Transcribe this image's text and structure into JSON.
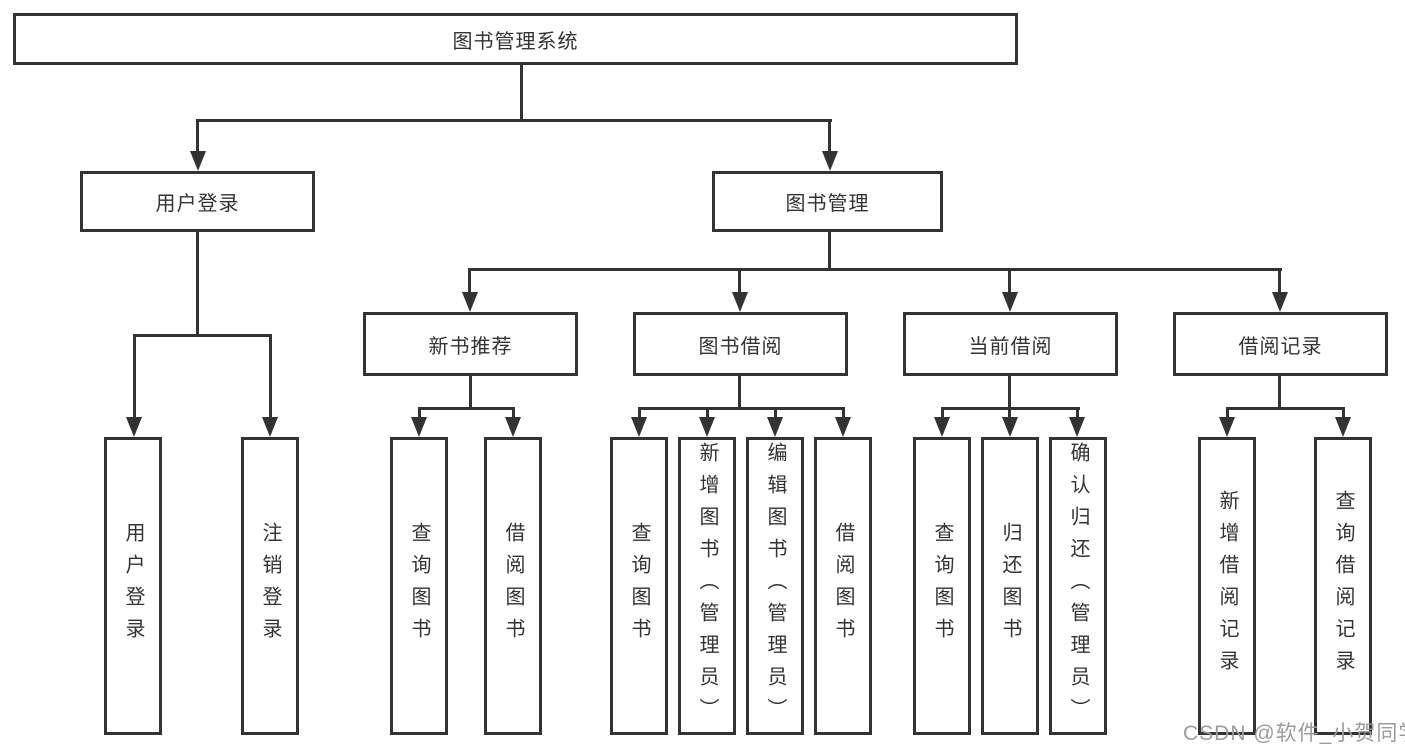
{
  "page": {
    "watermark": "CSDN @软件_小贺同学"
  },
  "colors": {
    "line": "#333333",
    "box_border": "#333333",
    "box_fill": "#ffffff",
    "text": "#333333",
    "watermark": "#9c9c9c"
  },
  "tree": {
    "root": "图书管理系统",
    "branches": [
      {
        "label": "用户登录",
        "children": [
          "用户登录",
          "注销登录"
        ]
      },
      {
        "label": "图书管理",
        "children": [
          {
            "label": "新书推荐",
            "children": [
              "查询图书",
              "借阅图书"
            ]
          },
          {
            "label": "图书借阅",
            "children": [
              "查询图书",
              "新增图书（管理员）",
              "编辑图书（管理员）",
              "借阅图书"
            ]
          },
          {
            "label": "当前借阅",
            "children": [
              "查询图书",
              "归还图书",
              "确认归还（管理员）"
            ]
          },
          {
            "label": "借阅记录",
            "children": [
              "新增借阅记录",
              "查询借阅记录"
            ]
          }
        ]
      }
    ]
  }
}
